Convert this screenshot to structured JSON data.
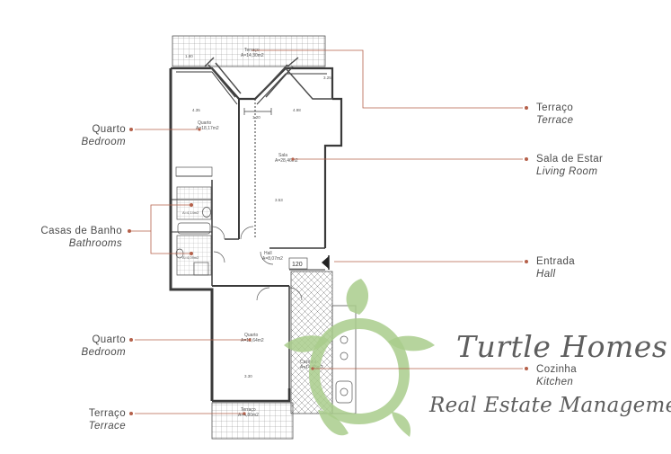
{
  "labels_left": [
    {
      "id": "bedroom-top",
      "pt": "Quarto",
      "en": "Bedroom"
    },
    {
      "id": "bathrooms",
      "pt": "Casas de Banho",
      "en": "Bathrooms"
    },
    {
      "id": "bedroom-bottom",
      "pt": "Quarto",
      "en": "Bedroom"
    },
    {
      "id": "terrace-bottom",
      "pt": "Terraço",
      "en": "Terrace"
    }
  ],
  "labels_right": [
    {
      "id": "terrace-top",
      "pt": "Terraço",
      "en": "Terrace"
    },
    {
      "id": "living-room",
      "pt": "Sala de Estar",
      "en": "Living Room"
    },
    {
      "id": "hall",
      "pt": "Entrada",
      "en": "Hall"
    },
    {
      "id": "kitchen",
      "pt": "Cozinha",
      "en": "Kitchen"
    }
  ],
  "plan_text": {
    "terrace_top": "Terraço",
    "terrace_top_area": "A=14,30m2",
    "bedroom_top": "Quarto",
    "bedroom_top_area": "A=18,17m2",
    "living": "Sala",
    "living_area": "A=28,46m2",
    "hall": "Hall",
    "hall_area": "A=8,07m2",
    "bedroom_bottom": "Quarto",
    "bedroom_bottom_area": "A=13,64m2",
    "kitchen": "Cozinha",
    "kitchen_area": "A=14,38m2",
    "terrace_bottom": "Terraço",
    "terrace_bottom_area": "A=4,80m2",
    "bath_area_1": "A=4,14m2",
    "bath_area_2": "A=4,09m2",
    "door_tag": "120",
    "dim_top_left": "1.80",
    "dim_top_right": "3.25",
    "dim_mid": "1.20",
    "dim_bedroom": "4.35",
    "dim_living": "4.98",
    "dim_hall": "3.53",
    "dim_bottom": "3.30"
  },
  "brand": {
    "name": "Turtle Homes",
    "tagline": "Real Estate Management",
    "logo_color": "#a9cd8c"
  },
  "colors": {
    "leader": "#b5604a",
    "wall": "#3a3a3a",
    "text": "#4a4a4a"
  }
}
